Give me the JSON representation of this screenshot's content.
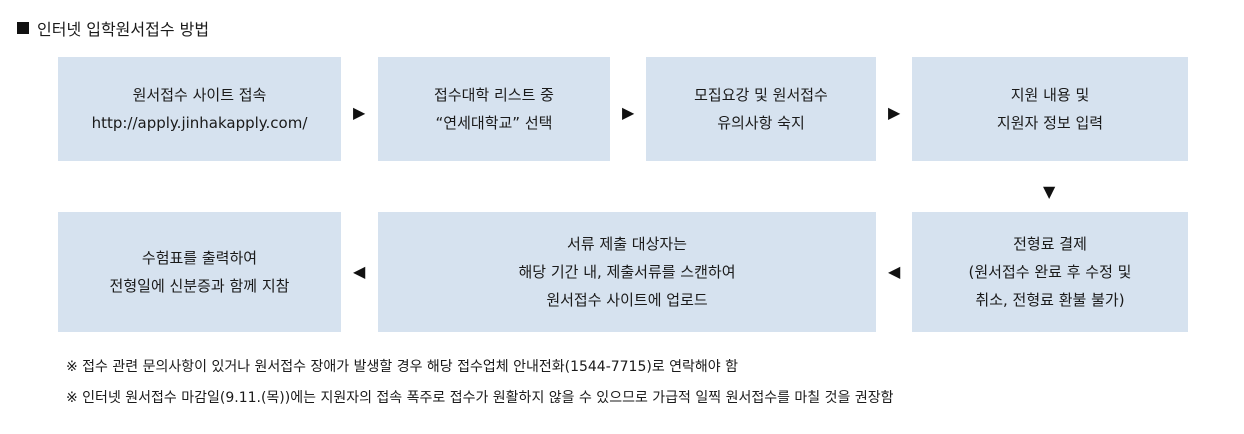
{
  "title": "인터넷 입학원서접수 방법",
  "steps": [
    {
      "line1": "원서접수 사이트 접속",
      "line2": "http://apply.jinhakapply.com/",
      "line3": ""
    },
    {
      "line1": "접수대학 리스트 중",
      "line2": "“연세대학교” 선택",
      "line3": ""
    },
    {
      "line1": "모집요강 및 원서접수",
      "line2": "유의사항 숙지",
      "line3": ""
    },
    {
      "line1": "지원 내용 및",
      "line2": "지원자 정보 입력",
      "line3": ""
    },
    {
      "line1": "전형료 결제",
      "line2": "(원서접수 완료 후 수정 및",
      "line3": "취소, 전형료 환불 불가)"
    },
    {
      "line1": "서류 제출 대상자는",
      "line2": "해당 기간 내, 제출서류를 스캔하여",
      "line3": "원서접수 사이트에 업로드"
    },
    {
      "line1": "수험표를 출력하여",
      "line2": "전형일에 신분증과 함께 지참",
      "line3": ""
    }
  ],
  "arrows": {
    "right": "▶",
    "down": "▼",
    "left": "◀"
  },
  "notes": [
    "※ 접수 관련 문의사항이 있거나 원서접수 장애가 발생할 경우 해당 접수업체 안내전화(1544-7715)로 연락해야 함",
    "※ 인터넷 원서접수 마감일(9.11.(목))에는 지원자의 접속 폭주로 접수가 원활하지 않을 수 있으므로 가급적 일찍 원서접수를 마칠 것을 권장함"
  ],
  "colors": {
    "box": "#d6e2ef",
    "text": "#1a1a1a"
  }
}
